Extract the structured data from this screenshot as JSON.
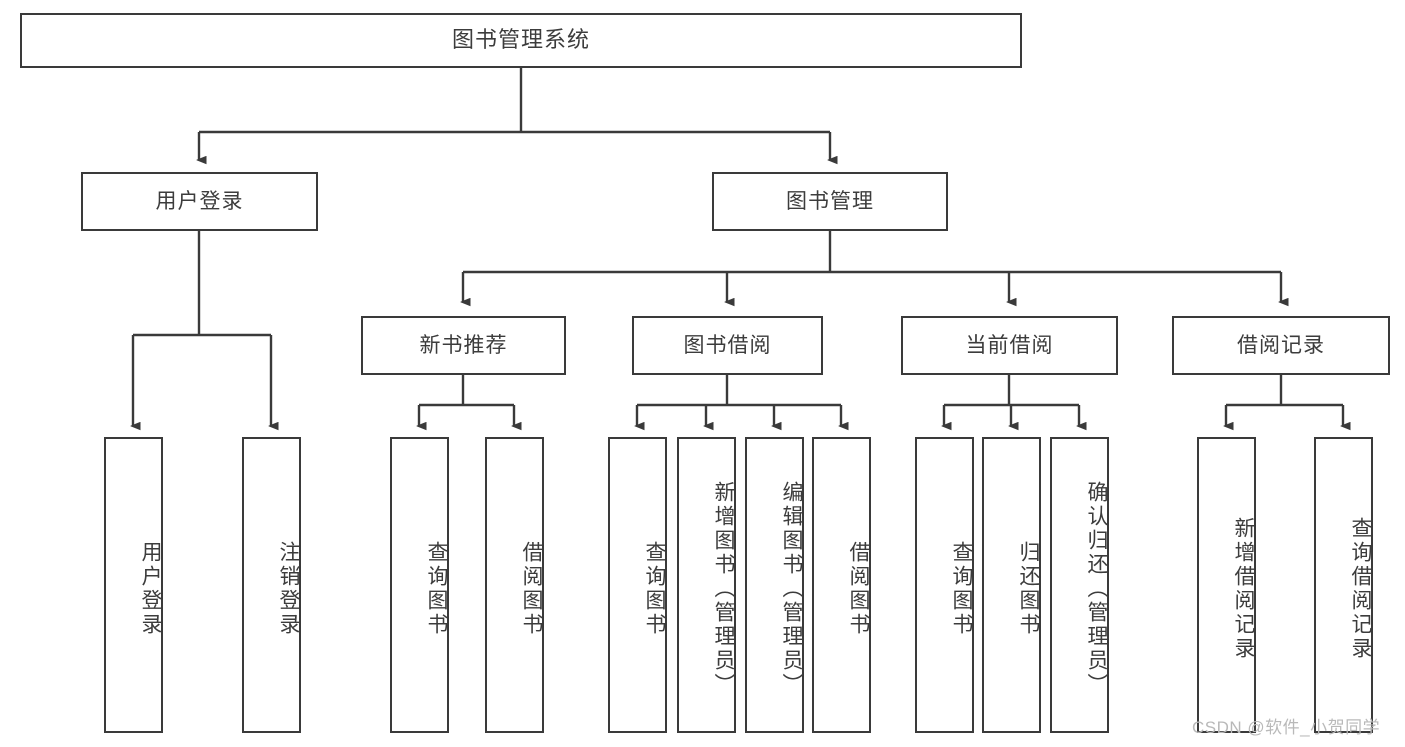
{
  "diagram": {
    "title": "图书管理系统",
    "watermark": "CSDN @软件_小贺同学",
    "colors": {
      "stroke": "#3a3a3a",
      "text": "#3c3c3c",
      "background": "#ffffff",
      "watermark": "#b9b9b9"
    },
    "levels": {
      "root": {
        "label": "图书管理系统"
      },
      "level1": [
        {
          "label": "用户登录"
        },
        {
          "label": "图书管理"
        }
      ],
      "level2": [
        {
          "label": "新书推荐"
        },
        {
          "label": "图书借阅"
        },
        {
          "label": "当前借阅"
        },
        {
          "label": "借阅记录"
        }
      ],
      "leaves_user_login": [
        {
          "label": "用户登录"
        },
        {
          "label": "注销登录"
        }
      ],
      "leaves_new_book": [
        {
          "label": "查询图书"
        },
        {
          "label": "借阅图书"
        }
      ],
      "leaves_borrow": [
        {
          "label": "查询图书"
        },
        {
          "label": "新增图书（管理员）"
        },
        {
          "label": "编辑图书（管理员）"
        },
        {
          "label": "借阅图书"
        }
      ],
      "leaves_current": [
        {
          "label": "查询图书"
        },
        {
          "label": "归还图书"
        },
        {
          "label": "确认归还（管理员）"
        }
      ],
      "leaves_record": [
        {
          "label": "新增借阅记录"
        },
        {
          "label": "查询借阅记录"
        }
      ]
    }
  }
}
